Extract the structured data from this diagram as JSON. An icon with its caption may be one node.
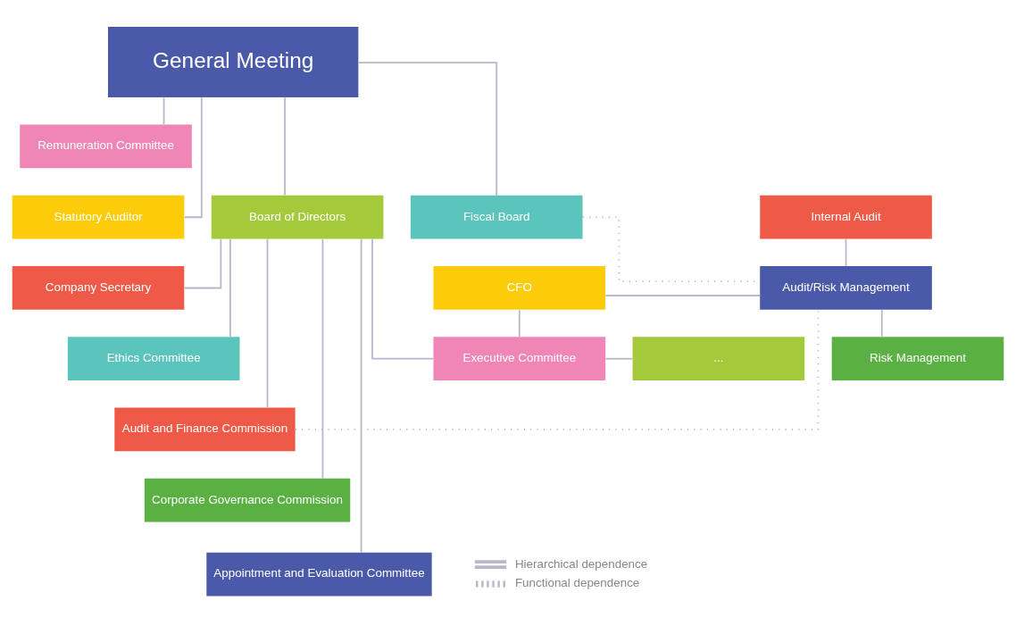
{
  "diagram": {
    "nodes": [
      {
        "text": [
          "General Meeting"
        ]
      },
      {
        "text": [
          "Remuneration Committee"
        ]
      },
      {
        "text": [
          "Statutory Auditor"
        ]
      },
      {
        "text": [
          "Board of Directors"
        ]
      },
      {
        "text": [
          "Fiscal Board"
        ]
      },
      {
        "text": [
          "Internal Audit"
        ]
      },
      {
        "text": [
          "Company Secretary"
        ]
      },
      {
        "text": [
          "CFO"
        ]
      },
      {
        "text": [
          "Audit/Risk Management"
        ]
      },
      {
        "text": [
          "Ethics Committee"
        ]
      },
      {
        "text": [
          "Executive Committee"
        ]
      },
      {
        "text": [
          "..."
        ]
      },
      {
        "text": [
          "Risk Management"
        ]
      },
      {
        "text": [
          "Audit and Finance Commission"
        ]
      },
      {
        "text": [
          "Corporate Governance Commission"
        ]
      },
      {
        "text": [
          "Appointment and Evaluation Committee"
        ]
      }
    ],
    "edges": [
      {
        "from": 0,
        "to": 1,
        "arrow": "none"
      },
      {
        "from": 0,
        "to": 2,
        "arrow": "none"
      },
      {
        "from": 0,
        "to": 3,
        "arrow": "none"
      },
      {
        "from": 0,
        "to": 4,
        "arrow": "none"
      },
      {
        "from": 3,
        "to": 6,
        "arrow": "none"
      },
      {
        "from": 3,
        "to": 9,
        "arrow": "none"
      },
      {
        "from": 3,
        "to": 10,
        "arrow": "none"
      },
      {
        "from": 3,
        "to": 13,
        "arrow": "none"
      },
      {
        "from": 3,
        "to": 14,
        "arrow": "none"
      },
      {
        "from": 3,
        "to": 15,
        "arrow": "none"
      },
      {
        "from": 10,
        "to": 7,
        "arrow": "none"
      },
      {
        "from": 10,
        "to": 11,
        "arrow": "none"
      },
      {
        "from": 7,
        "to": 8,
        "arrow": "none"
      },
      {
        "from": 8,
        "to": 5,
        "arrow": "none"
      },
      {
        "from": 8,
        "to": 12,
        "arrow": "none"
      },
      {
        "from": 4,
        "to": 8,
        "arrow": "none",
        "style": "dashed"
      },
      {
        "from": 13,
        "to": 8,
        "arrow": "none",
        "style": "dashed"
      }
    ],
    "legend": [
      {
        "text": "Hierarchical dependence"
      },
      {
        "text": "Functional dependence"
      }
    ]
  }
}
